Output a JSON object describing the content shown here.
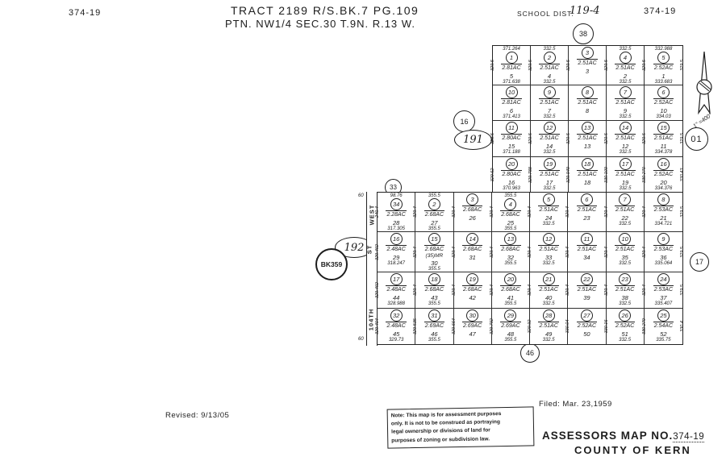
{
  "header": {
    "sheet_no_left": "374-19",
    "sheet_no_right": "374-19",
    "title_line1": "TRACT 2189 R/S.BK.7 PG.109",
    "title_line2": "PTN. NW1/4 SEC.30 T.9N. R.13 W.",
    "school_dist_label": "SCHOOL DIST.",
    "school_dist_value": "119-4"
  },
  "refs": {
    "circle_38": "38",
    "circle_16": "16",
    "circle_17": "17",
    "circle_33": "33",
    "circle_46": "46",
    "circle_01": "01",
    "ellipse_191": "191",
    "ellipse_192": "192",
    "book_ref": "BK359"
  },
  "north_arrow": {
    "scale_label": "1\" =400'"
  },
  "street": {
    "name_top": "WEST",
    "name_mid": "ST",
    "name_bottom": "104TH",
    "width_top": "60",
    "width_bottom": "60"
  },
  "upper_block": {
    "cols": 5,
    "rows": [
      {
        "cells": [
          {
            "apn": "1",
            "ac": "2.81AC",
            "lot": "5",
            "top": "371.264",
            "bottom": "371.638",
            "v": "329.5"
          },
          {
            "apn": "2",
            "ac": "2.51AC",
            "lot": "4",
            "top": "332.5",
            "bottom": "332.5",
            "v": "329.5"
          },
          {
            "apn": "3",
            "ac": "2.51AC",
            "lot": "3",
            "v": "329.5"
          },
          {
            "apn": "4",
            "ac": "2.51AC",
            "lot": "2",
            "top": "332.5",
            "bottom": "332.5",
            "v": "329.5"
          },
          {
            "apn": "5",
            "ac": "2.52AC",
            "lot": "1",
            "top": "332.988",
            "bottom": "333.683",
            "v": "329.5",
            "vr": "329.5"
          }
        ]
      },
      {
        "cells": [
          {
            "apn": "10",
            "ac": "2.81AC",
            "lot": "6",
            "bottom": "371.413"
          },
          {
            "apn": "9",
            "ac": "2.51AC",
            "lot": "7",
            "bottom": "332.5"
          },
          {
            "apn": "8",
            "ac": "2.51AC",
            "lot": "8"
          },
          {
            "apn": "7",
            "ac": "2.51AC",
            "lot": "9",
            "bottom": "332.5"
          },
          {
            "apn": "6",
            "ac": "2.52AC",
            "lot": "10",
            "bottom": "334.03"
          }
        ]
      },
      {
        "cells": [
          {
            "apn": "11",
            "ac": "2.80AC",
            "lot": "15",
            "bottom": "371.188",
            "v": "329.5"
          },
          {
            "apn": "12",
            "ac": "2.51AC",
            "lot": "14",
            "bottom": "332.5",
            "v": "329.5"
          },
          {
            "apn": "13",
            "ac": "2.51AC",
            "lot": "13",
            "v": "329.5"
          },
          {
            "apn": "14",
            "ac": "2.51AC",
            "lot": "12",
            "bottom": "332.5",
            "v": "329.5"
          },
          {
            "apn": "15",
            "ac": "2.51AC",
            "lot": "11",
            "bottom": "334.378",
            "v": "329.5",
            "vr": "329.5"
          }
        ]
      },
      {
        "cells": [
          {
            "apn": "20",
            "ac": "2.80AC",
            "lot": "16",
            "bottom": "370.963",
            "v": "329.62"
          },
          {
            "apn": "19",
            "ac": "2.51AC",
            "lot": "17",
            "bottom": "332.5",
            "v": "329.788"
          },
          {
            "apn": "18",
            "ac": "2.51AC",
            "lot": "18",
            "v": "329.949"
          },
          {
            "apn": "17",
            "ac": "2.51AC",
            "lot": "19",
            "bottom": "332.5",
            "v": "330.109"
          },
          {
            "apn": "16",
            "ac": "2.52AC",
            "lot": "20",
            "bottom": "334.376",
            "v": "330.270",
            "vr": "330.43"
          }
        ]
      }
    ]
  },
  "lower_block": {
    "cols": 8,
    "rows": [
      {
        "cells": [
          {
            "apn": "34",
            "ac": "2.28AC",
            "lot": "28",
            "top": "98.76",
            "bottom": "317.305",
            "v": "240.4"
          },
          {
            "apn": "2",
            "ac": "2.68AC",
            "lot": "27",
            "top": "355.5",
            "bottom": "355.5",
            "v": "329.4"
          },
          {
            "apn": "3",
            "ac": "2.68AC",
            "lot": "26",
            "v": "329.4"
          },
          {
            "apn": "4",
            "ac": "2.68AC",
            "lot": "25",
            "top": "355.5",
            "bottom": "355.5",
            "v": "329.4"
          },
          {
            "apn": "5",
            "ac": "2.51AC",
            "lot": "24",
            "bottom": "332.5",
            "v": "329.4"
          },
          {
            "apn": "6",
            "ac": "2.51AC",
            "lot": "23",
            "v": "329.4"
          },
          {
            "apn": "7",
            "ac": "2.51AC",
            "lot": "22",
            "bottom": "332.5",
            "v": "329.4"
          },
          {
            "apn": "8",
            "ac": "2.53AC",
            "lot": "21",
            "bottom": "334.721",
            "v": "329.4",
            "vr": "329.5"
          }
        ]
      },
      {
        "cells": [
          {
            "apn": "16",
            "ac": "2.48AC",
            "lot": "29",
            "bottom": "318.247",
            "v": "329.402"
          },
          {
            "apn": "15",
            "ac": "2.68AC",
            "lot": "30",
            "bottom": "355.5",
            "note": "(35)MR",
            "v": "329.4"
          },
          {
            "apn": "14",
            "ac": "2.68AC",
            "lot": "31",
            "v": "329.4"
          },
          {
            "apn": "13",
            "ac": "2.68AC",
            "lot": "32",
            "bottom": "355.5",
            "v": "329.4"
          },
          {
            "apn": "12",
            "ac": "2.51AC",
            "lot": "33",
            "bottom": "332.5",
            "v": "329.4"
          },
          {
            "apn": "11",
            "ac": "2.51AC",
            "lot": "34",
            "v": "329.4"
          },
          {
            "apn": "10",
            "ac": "2.51AC",
            "lot": "35",
            "bottom": "332.5",
            "v": "329.4"
          },
          {
            "apn": "9",
            "ac": "2.53AC",
            "lot": "36",
            "bottom": "335.064",
            "v": "329.4",
            "vr": "329.5"
          }
        ]
      },
      {
        "cells": [
          {
            "apn": "17",
            "ac": "2.48AC",
            "lot": "44",
            "bottom": "328.988",
            "v": "329.402"
          },
          {
            "apn": "18",
            "ac": "2.68AC",
            "lot": "43",
            "bottom": "355.5",
            "v": "329.4"
          },
          {
            "apn": "19",
            "ac": "2.68AC",
            "lot": "42",
            "v": "329.4"
          },
          {
            "apn": "20",
            "ac": "2.68AC",
            "lot": "41",
            "bottom": "355.5",
            "v": "329.4"
          },
          {
            "apn": "21",
            "ac": "2.51AC",
            "lot": "40",
            "bottom": "332.5",
            "v": "329.4"
          },
          {
            "apn": "22",
            "ac": "2.51AC",
            "lot": "39",
            "v": "329.4"
          },
          {
            "apn": "23",
            "ac": "2.51AC",
            "lot": "38",
            "bottom": "332.5",
            "v": "329.4"
          },
          {
            "apn": "24",
            "ac": "2.53AC",
            "lot": "37",
            "bottom": "335.407",
            "v": "329.4",
            "vr": "329.5"
          }
        ]
      },
      {
        "cells": [
          {
            "apn": "32",
            "ac": "2.48AC",
            "lot": "45",
            "bottom": "329.73",
            "v": "329.404"
          },
          {
            "apn": "31",
            "ac": "2.69AC",
            "lot": "46",
            "bottom": "355.5",
            "v": "329.535"
          },
          {
            "apn": "30",
            "ac": "2.69AC",
            "lot": "47",
            "v": "329.664"
          },
          {
            "apn": "29",
            "ac": "2.69AC",
            "lot": "48",
            "bottom": "355.5",
            "v": "329.792"
          },
          {
            "apn": "28",
            "ac": "2.51AC",
            "lot": "49",
            "bottom": "332.5",
            "v": "329.92"
          },
          {
            "apn": "27",
            "ac": "2.52AC",
            "lot": "50",
            "v": "330.04"
          },
          {
            "apn": "26",
            "ac": "2.52AC",
            "lot": "51",
            "bottom": "332.5",
            "v": "330.16"
          },
          {
            "apn": "25",
            "ac": "2.54AC",
            "lot": "52",
            "bottom": "335.75",
            "v": "330.279",
            "vr": "330.4"
          }
        ]
      }
    ]
  },
  "footer": {
    "revised": "Revised: 9/13/05",
    "filed": "Filed: Mar. 23,1959",
    "note_line1": "Note: This map is for assessment purposes",
    "note_line2": "only. It is not to be construed as portraying",
    "note_line3": "legal ownership or divisions of land for",
    "note_line4": "purposes of zoning or subdivision law.",
    "map_no_label": "ASSESSORS MAP NO.",
    "map_no_value": "374-19",
    "county": "COUNTY OF KERN"
  }
}
